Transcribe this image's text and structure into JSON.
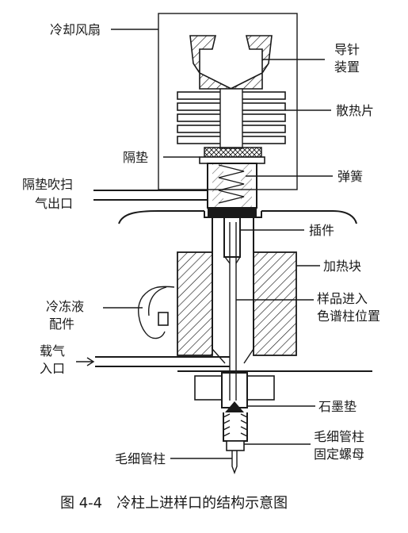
{
  "labels": {
    "fan": "冷却风扇",
    "needle_guide_1": "导针",
    "needle_guide_2": "装置",
    "fins": "散热片",
    "septum": "隔垫",
    "purge_1": "隔垫吹扫",
    "purge_2": "气出口",
    "spring": "弹簧",
    "insert": "插件",
    "heater": "加热块",
    "coolant_1": "冷冻液",
    "coolant_2": "配件",
    "sample_pos_1": "样品进入",
    "sample_pos_2": "色谱柱位置",
    "carrier_1": "载气",
    "carrier_2": "入口",
    "graphite": "石墨垫",
    "nut_1": "毛细管柱",
    "nut_2": "固定螺母",
    "capillary": "毛细管柱"
  },
  "caption": "图 4-4　冷柱上进样口的结构示意图"
}
